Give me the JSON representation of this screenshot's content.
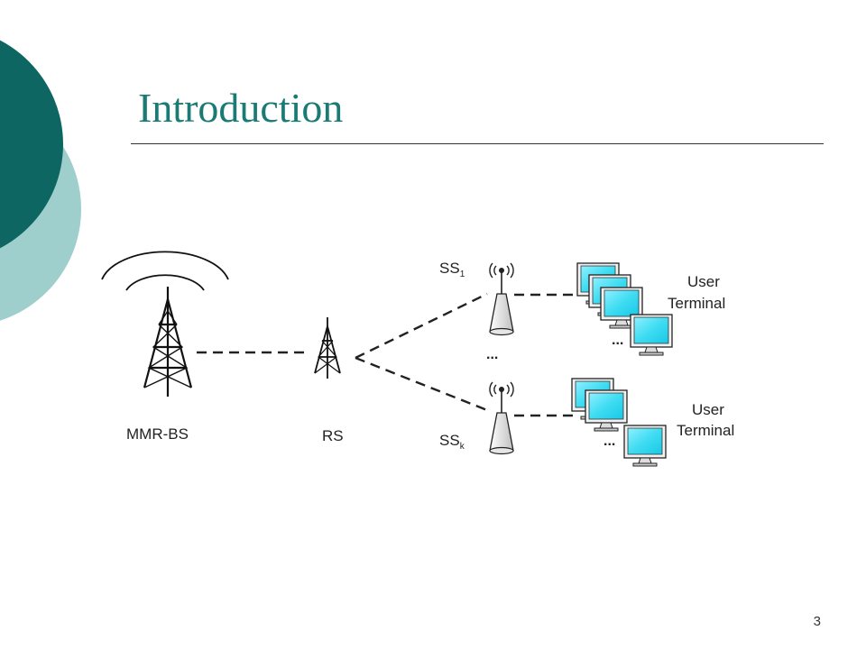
{
  "slide": {
    "title": "Introduction",
    "page_number": "3",
    "colors": {
      "accent_dark": "#0e6663",
      "accent_light": "#9fcfcc",
      "title": "#1a7a74",
      "screen": "#3fdcf2"
    }
  },
  "diagram": {
    "base_station": {
      "label": "MMR-BS",
      "icon": "transmission-tower-icon"
    },
    "relay_station": {
      "label": "RS",
      "icon": "relay-tower-icon"
    },
    "subscriber_stations": [
      {
        "label_main": "SS",
        "label_sub": "1",
        "icon": "antenna-icon"
      },
      {
        "label_main": "SS",
        "label_sub": "k",
        "icon": "antenna-icon"
      }
    ],
    "terminal_groups": [
      {
        "label_line1": "User",
        "label_line2": "Terminal",
        "ellipsis": "...",
        "icon": "monitor-icon"
      },
      {
        "label_line1": "User",
        "label_line2": "Terminal",
        "ellipsis": "...",
        "icon": "monitor-icon"
      }
    ],
    "ss_ellipsis": "...",
    "links": [
      "MMR-BS to RS",
      "RS to SS1",
      "RS to SSk",
      "SS1 to User Terminal",
      "SSk to User Terminal"
    ]
  }
}
